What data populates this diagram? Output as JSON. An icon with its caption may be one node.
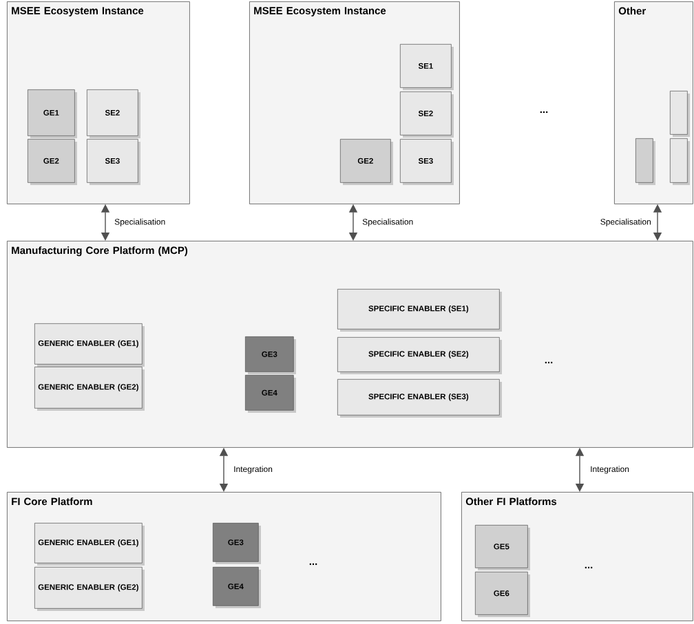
{
  "diagram": {
    "nodes": [
      {
        "text": [
          "MSEE Ecosystem Instance"
        ]
      },
      {
        "text": [
          "GE1"
        ],
        "in": 0
      },
      {
        "text": [
          "SE2"
        ],
        "in": 0
      },
      {
        "text": [
          "GE2"
        ],
        "in": 0
      },
      {
        "text": [
          "SE3"
        ],
        "in": 0
      },
      {
        "text": [
          "MSEE Ecosystem Instance"
        ]
      },
      {
        "text": [
          "SE1"
        ],
        "in": 5
      },
      {
        "text": [
          "SE2"
        ],
        "in": 5
      },
      {
        "text": [
          "GE2"
        ],
        "in": 5
      },
      {
        "text": [
          "SE3"
        ],
        "in": 5
      },
      {
        "text": [
          "Other"
        ]
      },
      {
        "text": [],
        "shape": "box",
        "in": 10
      },
      {
        "text": [],
        "shape": "box",
        "in": 10
      },
      {
        "text": [],
        "shape": "box",
        "in": 10
      },
      {
        "text": [
          "Manufacturing Core Platform (MCP)"
        ]
      },
      {
        "text": [
          "GENERIC ENABLER (GE1)"
        ],
        "in": 14
      },
      {
        "text": [
          "GENERIC ENABLER (GE2)"
        ],
        "in": 14
      },
      {
        "text": [
          "GE3"
        ],
        "in": 14
      },
      {
        "text": [
          "GE4"
        ],
        "in": 14
      },
      {
        "text": [
          "SPECIFIC ENABLER (SE1)"
        ],
        "in": 14
      },
      {
        "text": [
          "SPECIFIC ENABLER (SE2)"
        ],
        "in": 14
      },
      {
        "text": [
          "SPECIFIC ENABLER (SE3)"
        ],
        "in": 14
      },
      {
        "text": [
          "FI Core Platform"
        ]
      },
      {
        "text": [
          "GENERIC ENABLER (GE1)"
        ],
        "in": 22
      },
      {
        "text": [
          "GENERIC ENABLER (GE2)"
        ],
        "in": 22
      },
      {
        "text": [
          "GE3"
        ],
        "in": 22
      },
      {
        "text": [
          "GE4"
        ],
        "in": 22
      },
      {
        "text": [
          "Other FI Platforms"
        ]
      },
      {
        "text": [
          "GE5"
        ],
        "in": 27
      },
      {
        "text": [
          "GE6"
        ],
        "in": 27
      }
    ],
    "edges": [
      {
        "from": 0,
        "to": 14,
        "arrow": "both",
        "label": "Specialisation"
      },
      {
        "from": 5,
        "to": 14,
        "arrow": "both",
        "label": "Specialisation"
      },
      {
        "from": 10,
        "to": 14,
        "arrow": "both",
        "label": "Specialisation"
      },
      {
        "from": 14,
        "to": 22,
        "arrow": "both",
        "label": "Integration"
      },
      {
        "from": 14,
        "to": 27,
        "arrow": "both",
        "label": "Integration"
      }
    ],
    "labels": [
      "...",
      "...",
      "...",
      "..."
    ]
  }
}
